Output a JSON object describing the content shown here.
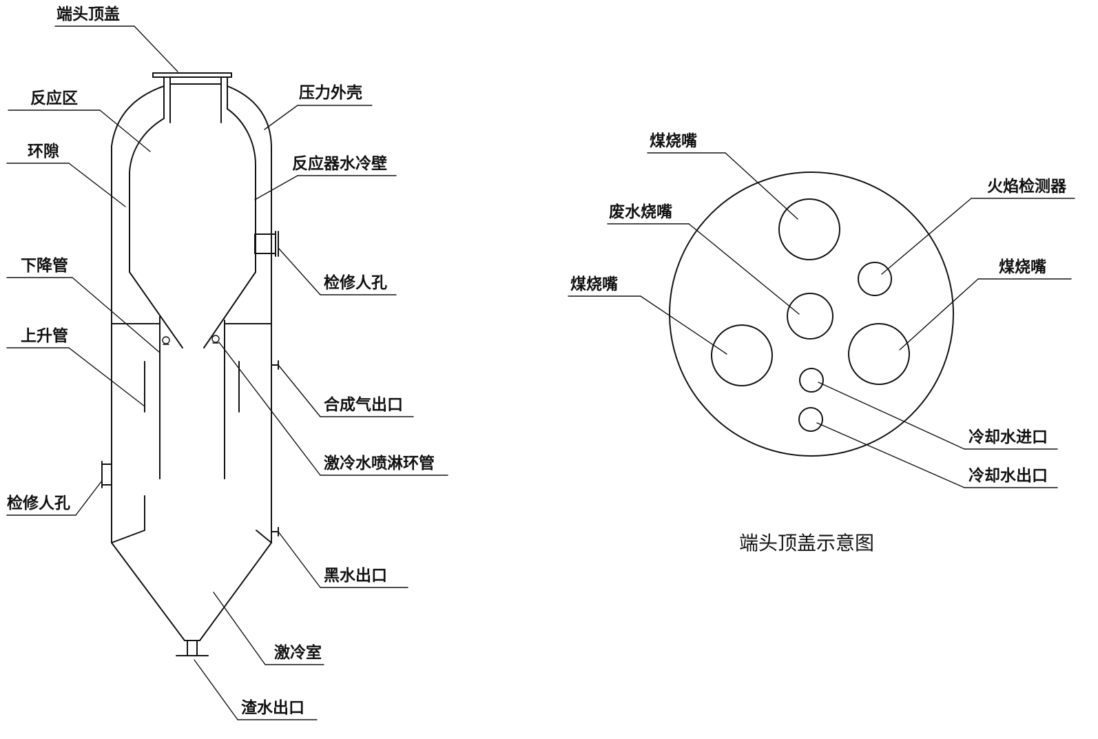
{
  "labels": {
    "end_cap": "端头顶盖",
    "pressure_shell": "压力外壳",
    "reaction_zone": "反应区",
    "annulus": "环隙",
    "reactor_water_wall": "反应器水冷壁",
    "manhole_right": "检修人孔",
    "downcomer": "下降管",
    "riser": "上升管",
    "syngas_outlet": "合成气出口",
    "quench_spray_ring": "激冷水喷淋环管",
    "manhole_left": "检修人孔",
    "black_water_outlet": "黑水出口",
    "quench_chamber": "激冷室",
    "slag_water_outlet": "渣水出口",
    "coal_burner_top": "煤烧嘴",
    "wastewater_burner": "废水烧嘴",
    "flame_detector": "火焰检测器",
    "coal_burner_left": "煤烧嘴",
    "coal_burner_right": "煤烧嘴",
    "cooling_water_inlet": "冷却水进口",
    "cooling_water_outlet": "冷却水出口",
    "end_cap_caption": "端头顶盖示意图"
  }
}
